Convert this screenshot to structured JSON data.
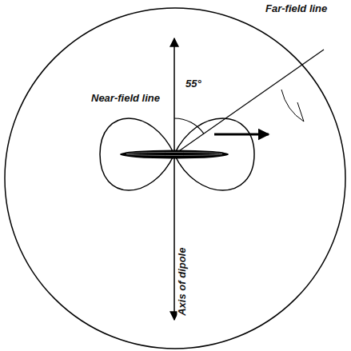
{
  "diagram": {
    "labels": [
      "Far-field line",
      "Near-field line",
      "55°",
      "Axis of dipole"
    ]
  }
}
